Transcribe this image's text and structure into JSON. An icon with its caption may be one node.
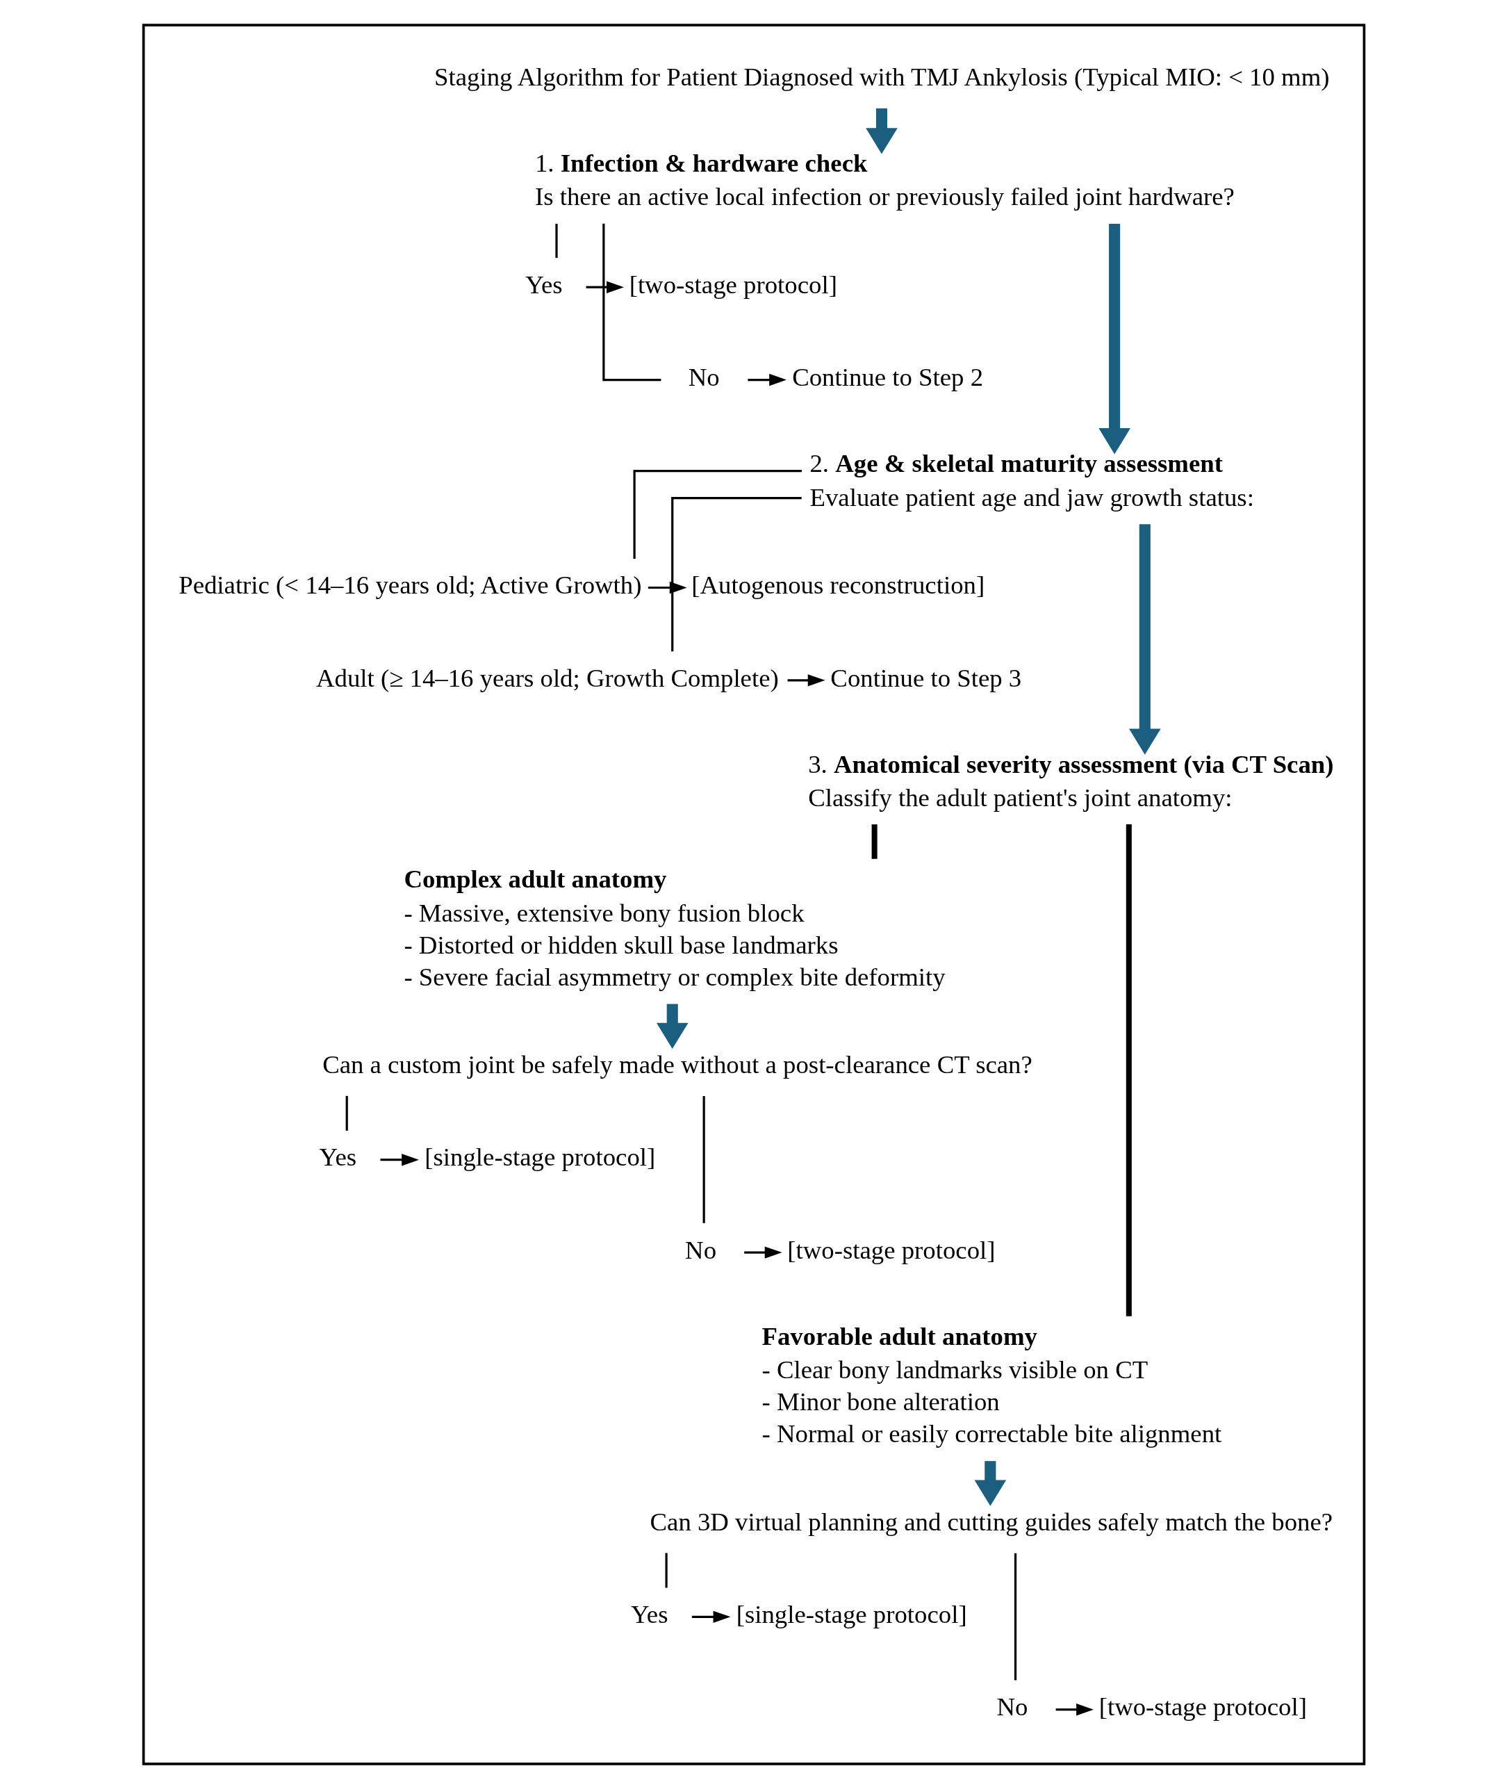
{
  "diagram": {
    "nodes": [
      {
        "text": [],
        "shape": "box"
      },
      {
        "text": [
          "Staging Algorithm for Patient Diagnosed with TMJ Ankylosis (Typical MIO: < 10 mm)"
        ],
        "in": 0
      },
      {
        "text": [
          "1. **Infection & hardware check**",
          "Is there an active local infection or previously failed joint hardware?"
        ],
        "in": 0
      },
      {
        "text": [
          "Yes"
        ],
        "in": 0
      },
      {
        "text": [
          "[two-stage protocol]"
        ],
        "in": 0
      },
      {
        "text": [
          "No"
        ],
        "in": 0
      },
      {
        "text": [
          "Continue to Step 2"
        ],
        "in": 0
      },
      {
        "text": [
          "2. **Age & skeletal maturity assessment**",
          "Evaluate patient age and jaw growth status:"
        ],
        "in": 0
      },
      {
        "text": [
          "Pediatric (< 14–16 years old; Active Growth)"
        ],
        "in": 0
      },
      {
        "text": [
          "[Autogenous reconstruction]"
        ],
        "in": 0
      },
      {
        "text": [
          "Adult (≥ 14–16 years old; Growth Complete)"
        ],
        "in": 0
      },
      {
        "text": [
          "Continue to Step 3"
        ],
        "in": 0
      },
      {
        "text": [
          "3. **Anatomical severity assessment (via CT Scan)**",
          "Classify the adult patient's joint anatomy:"
        ],
        "in": 0
      },
      {
        "text": [
          "Complex adult anatomy",
          "- Massive, extensive bony fusion block",
          "- Distorted or hidden skull base landmarks",
          "- Severe facial asymmetry or complex bite deformity"
        ],
        "in": 0
      },
      {
        "text": [
          "Can a custom joint be safely made without a post-clearance CT scan?"
        ],
        "in": 0
      },
      {
        "text": [
          "Yes"
        ],
        "in": 0
      },
      {
        "text": [
          "[single-stage protocol]"
        ],
        "in": 0
      },
      {
        "text": [
          "No"
        ],
        "in": 0
      },
      {
        "text": [
          "[two-stage protocol]"
        ],
        "in": 0
      },
      {
        "text": [
          "Favorable adult anatomy",
          "- Clear bony landmarks visible on CT",
          "- Minor bone alteration",
          "- Normal or easily correctable bite alignment"
        ],
        "in": 0
      },
      {
        "text": [
          "Can 3D virtual planning and cutting guides safely match the bone?"
        ],
        "in": 0
      },
      {
        "text": [
          "Yes"
        ],
        "in": 0
      },
      {
        "text": [
          "[single-stage protocol]"
        ],
        "in": 0
      },
      {
        "text": [
          "No"
        ],
        "in": 0
      },
      {
        "text": [
          "[two-stage protocol]"
        ],
        "in": 0
      }
    ],
    "edges": [
      {
        "from": 1,
        "to": 2,
        "arrow": "to",
        "style": "thick",
        "color": "#1b5e7f"
      },
      {
        "from": 2,
        "to": 3,
        "arrow": "none"
      },
      {
        "from": 2,
        "to": 5,
        "arrow": "none"
      },
      {
        "from": 3,
        "to": 4,
        "arrow": "to"
      },
      {
        "from": 5,
        "to": 6,
        "arrow": "to"
      },
      {
        "from": 2,
        "to": 7,
        "arrow": "to",
        "style": "thick",
        "color": "#1b5e7f"
      },
      {
        "from": 7,
        "to": 8,
        "arrow": "none"
      },
      {
        "from": 7,
        "to": 10,
        "arrow": "none"
      },
      {
        "from": 8,
        "to": 9,
        "arrow": "to"
      },
      {
        "from": 10,
        "to": 11,
        "arrow": "to"
      },
      {
        "from": 7,
        "to": 12,
        "arrow": "to",
        "style": "thick",
        "color": "#1b5e7f"
      },
      {
        "from": 12,
        "to": 13,
        "arrow": "none",
        "style": "thick"
      },
      {
        "from": 12,
        "to": 19,
        "arrow": "none",
        "style": "thick"
      },
      {
        "from": 13,
        "to": 14,
        "arrow": "to",
        "style": "thick",
        "color": "#1b5e7f"
      },
      {
        "from": 14,
        "to": 15,
        "arrow": "none"
      },
      {
        "from": 14,
        "to": 17,
        "arrow": "none"
      },
      {
        "from": 15,
        "to": 16,
        "arrow": "to"
      },
      {
        "from": 17,
        "to": 18,
        "arrow": "to"
      },
      {
        "from": 19,
        "to": 20,
        "arrow": "to",
        "style": "thick",
        "color": "#1b5e7f"
      },
      {
        "from": 20,
        "to": 21,
        "arrow": "none"
      },
      {
        "from": 20,
        "to": 23,
        "arrow": "none"
      },
      {
        "from": 21,
        "to": 22,
        "arrow": "to"
      },
      {
        "from": 23,
        "to": 24,
        "arrow": "to"
      }
    ]
  }
}
